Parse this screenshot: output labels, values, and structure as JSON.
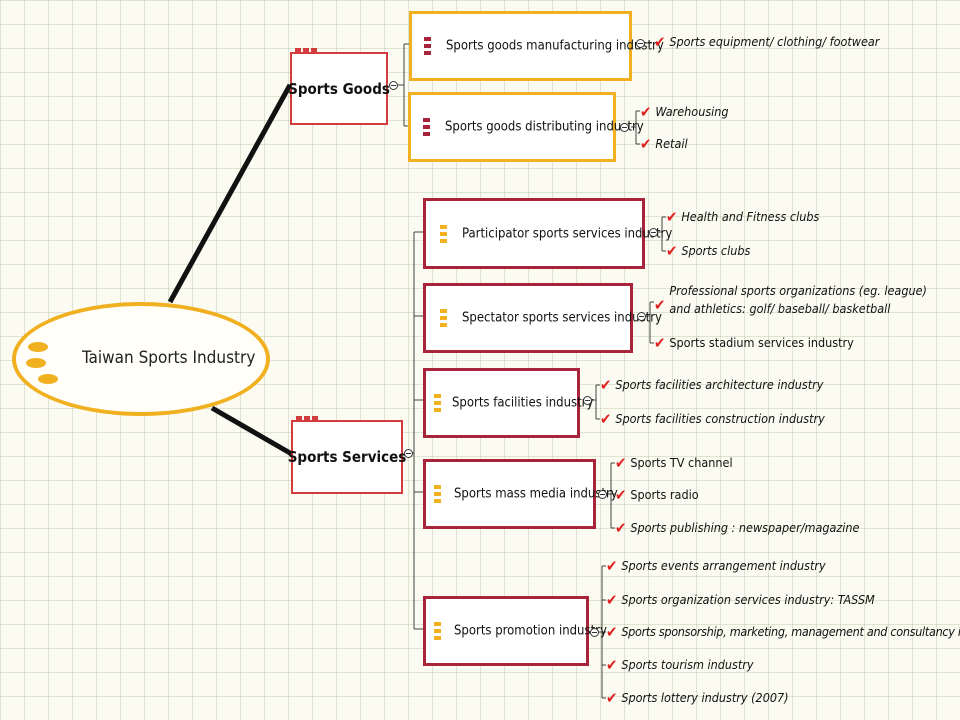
{
  "root": {
    "label": "Taiwan Sports Industry"
  },
  "branches": [
    {
      "label": "Sports Goods",
      "children": [
        {
          "label": "Sports goods manufacturing industry",
          "leaves": [
            "Sports equipment/ clothing/ footwear"
          ]
        },
        {
          "label": "Sports goods distributing industry",
          "leaves": [
            "Warehousing",
            "Retail"
          ]
        }
      ]
    },
    {
      "label": "Sports Services",
      "children": [
        {
          "label": "Participator sports services industry",
          "leaves": [
            "Health and Fitness clubs",
            "Sports clubs"
          ]
        },
        {
          "label": "Spectator sports services industry",
          "leaves": [
            "Professional sports organizations (eg. league)\nand athletics: golf/ baseball/ basketball",
            "Sports stadium services industry"
          ]
        },
        {
          "label": "Sports facilities industry",
          "leaves": [
            "Sports facilities architecture industry",
            "Sports facilities construction industry"
          ]
        },
        {
          "label": "Sports mass media industry",
          "leaves": [
            "Sports TV channel",
            "Sports radio",
            "Sports publishing : newspaper/magazine"
          ]
        },
        {
          "label": "Sports promotion industry",
          "leaves": [
            "Sports events arrangement industry",
            "Sports organization services industry: TASSM",
            "Sports sponsorship, marketing, management and consultancy industry",
            "Sports tourism industry",
            "Sports lottery industry (2007)"
          ]
        }
      ]
    }
  ],
  "colors": {
    "gold": "#f0b020",
    "red": "#d23c3c",
    "dark_red": "#a8243a",
    "check": "#e02020"
  },
  "icons": {
    "leaf_marker": "check-mark-icon",
    "toggle": "collapse-toggle-icon"
  }
}
